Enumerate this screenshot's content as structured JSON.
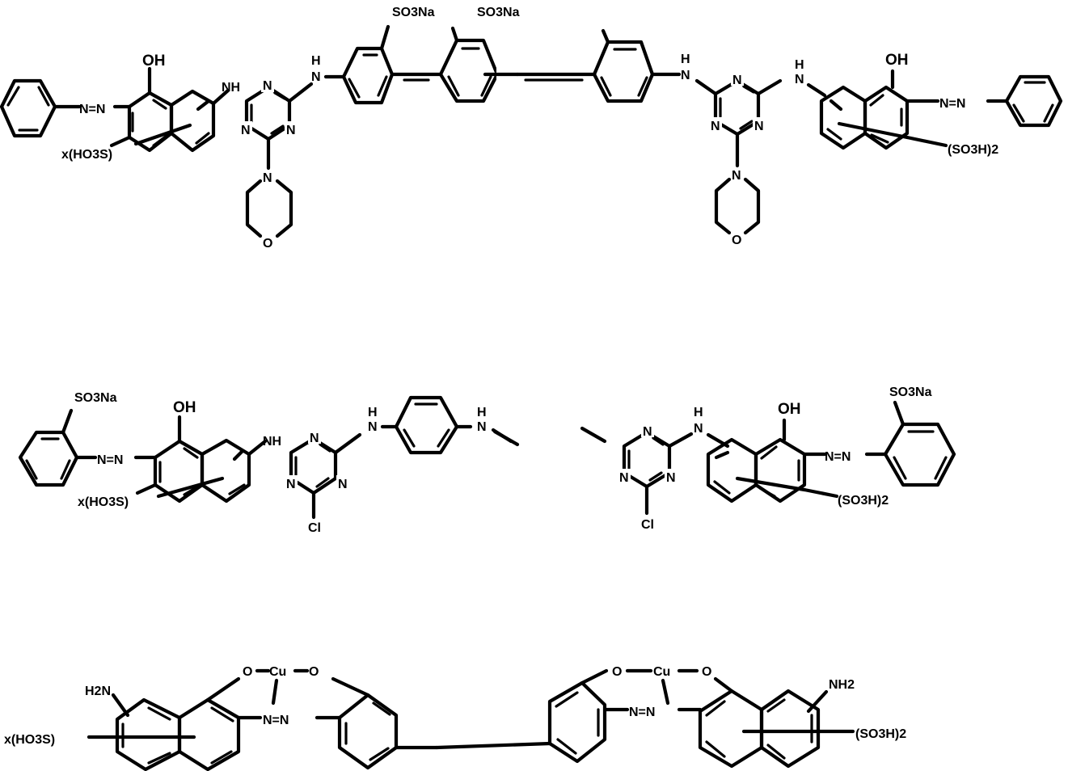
{
  "figure": {
    "type": "chemical-structure-diagram",
    "background": "#ffffff",
    "ink_color": "#000000",
    "structures": [
      {
        "id": "structure-1",
        "description": "Bis-triazinyl stilbene disulfonate azo dye with morpholine substituents",
        "labels": {
          "left_oh": "OH",
          "left_azo": "N=N",
          "left_sulfo": "x(HO3S)",
          "left_nh": "NH",
          "left_triazine_n_top": "N",
          "left_triazine_n_left": "N",
          "left_triazine_n_right": "N",
          "left_morpholine_n": "N",
          "left_morpholine_o": "O",
          "left_bridge_nh": "H",
          "left_bridge_n": "N",
          "left_so3na": "SO3Na",
          "right_so3na": "SO3Na",
          "right_bridge_nh": "H",
          "right_bridge_n": "N",
          "right_triazine_n_top": "N",
          "right_triazine_n_left": "N",
          "right_triazine_n_right": "N",
          "right_nh_h": "H",
          "right_nh_n": "N",
          "right_morpholine_n": "N",
          "right_morpholine_o": "O",
          "right_oh": "OH",
          "right_azo": "N=N",
          "right_sulfo": "(SO3H)2"
        }
      },
      {
        "id": "structure-2",
        "description": "Bis-chlorotriazinyl p-phenylenediamine azo dye",
        "labels": {
          "left_so3na": "SO3Na",
          "left_azo": "N=N",
          "left_oh": "OH",
          "left_sulfo": "x(HO3S)",
          "left_nh": "NH",
          "left_triazine_n_top": "N",
          "left_triazine_n_left": "N",
          "left_triazine_n_right": "N",
          "left_cl": "Cl",
          "bridge_left_h": "H",
          "bridge_left_n": "N",
          "bridge_right_h": "H",
          "bridge_right_n": "N",
          "right_triazine_n_top": "N",
          "right_triazine_n_left": "N",
          "right_triazine_n_right": "N",
          "right_cl": "Cl",
          "right_nh_h": "H",
          "right_nh_n": "N",
          "right_oh": "OH",
          "right_azo": "N=N",
          "right_so3na": "SO3Na",
          "right_sulfo": "(SO3H)2"
        }
      },
      {
        "id": "structure-3",
        "description": "Copper-complexed bis-azo biphenyl dye",
        "labels": {
          "left_h2n": "H2N",
          "left_sulfo": "x(HO3S)",
          "left_o1": "O",
          "left_cu": "Cu",
          "left_o2": "O",
          "left_azo": "N=N",
          "right_o1": "O",
          "right_cu": "Cu",
          "right_o2": "O",
          "right_azo": "N=N",
          "right_nh2": "NH2",
          "right_sulfo": "(SO3H)2"
        }
      }
    ]
  }
}
